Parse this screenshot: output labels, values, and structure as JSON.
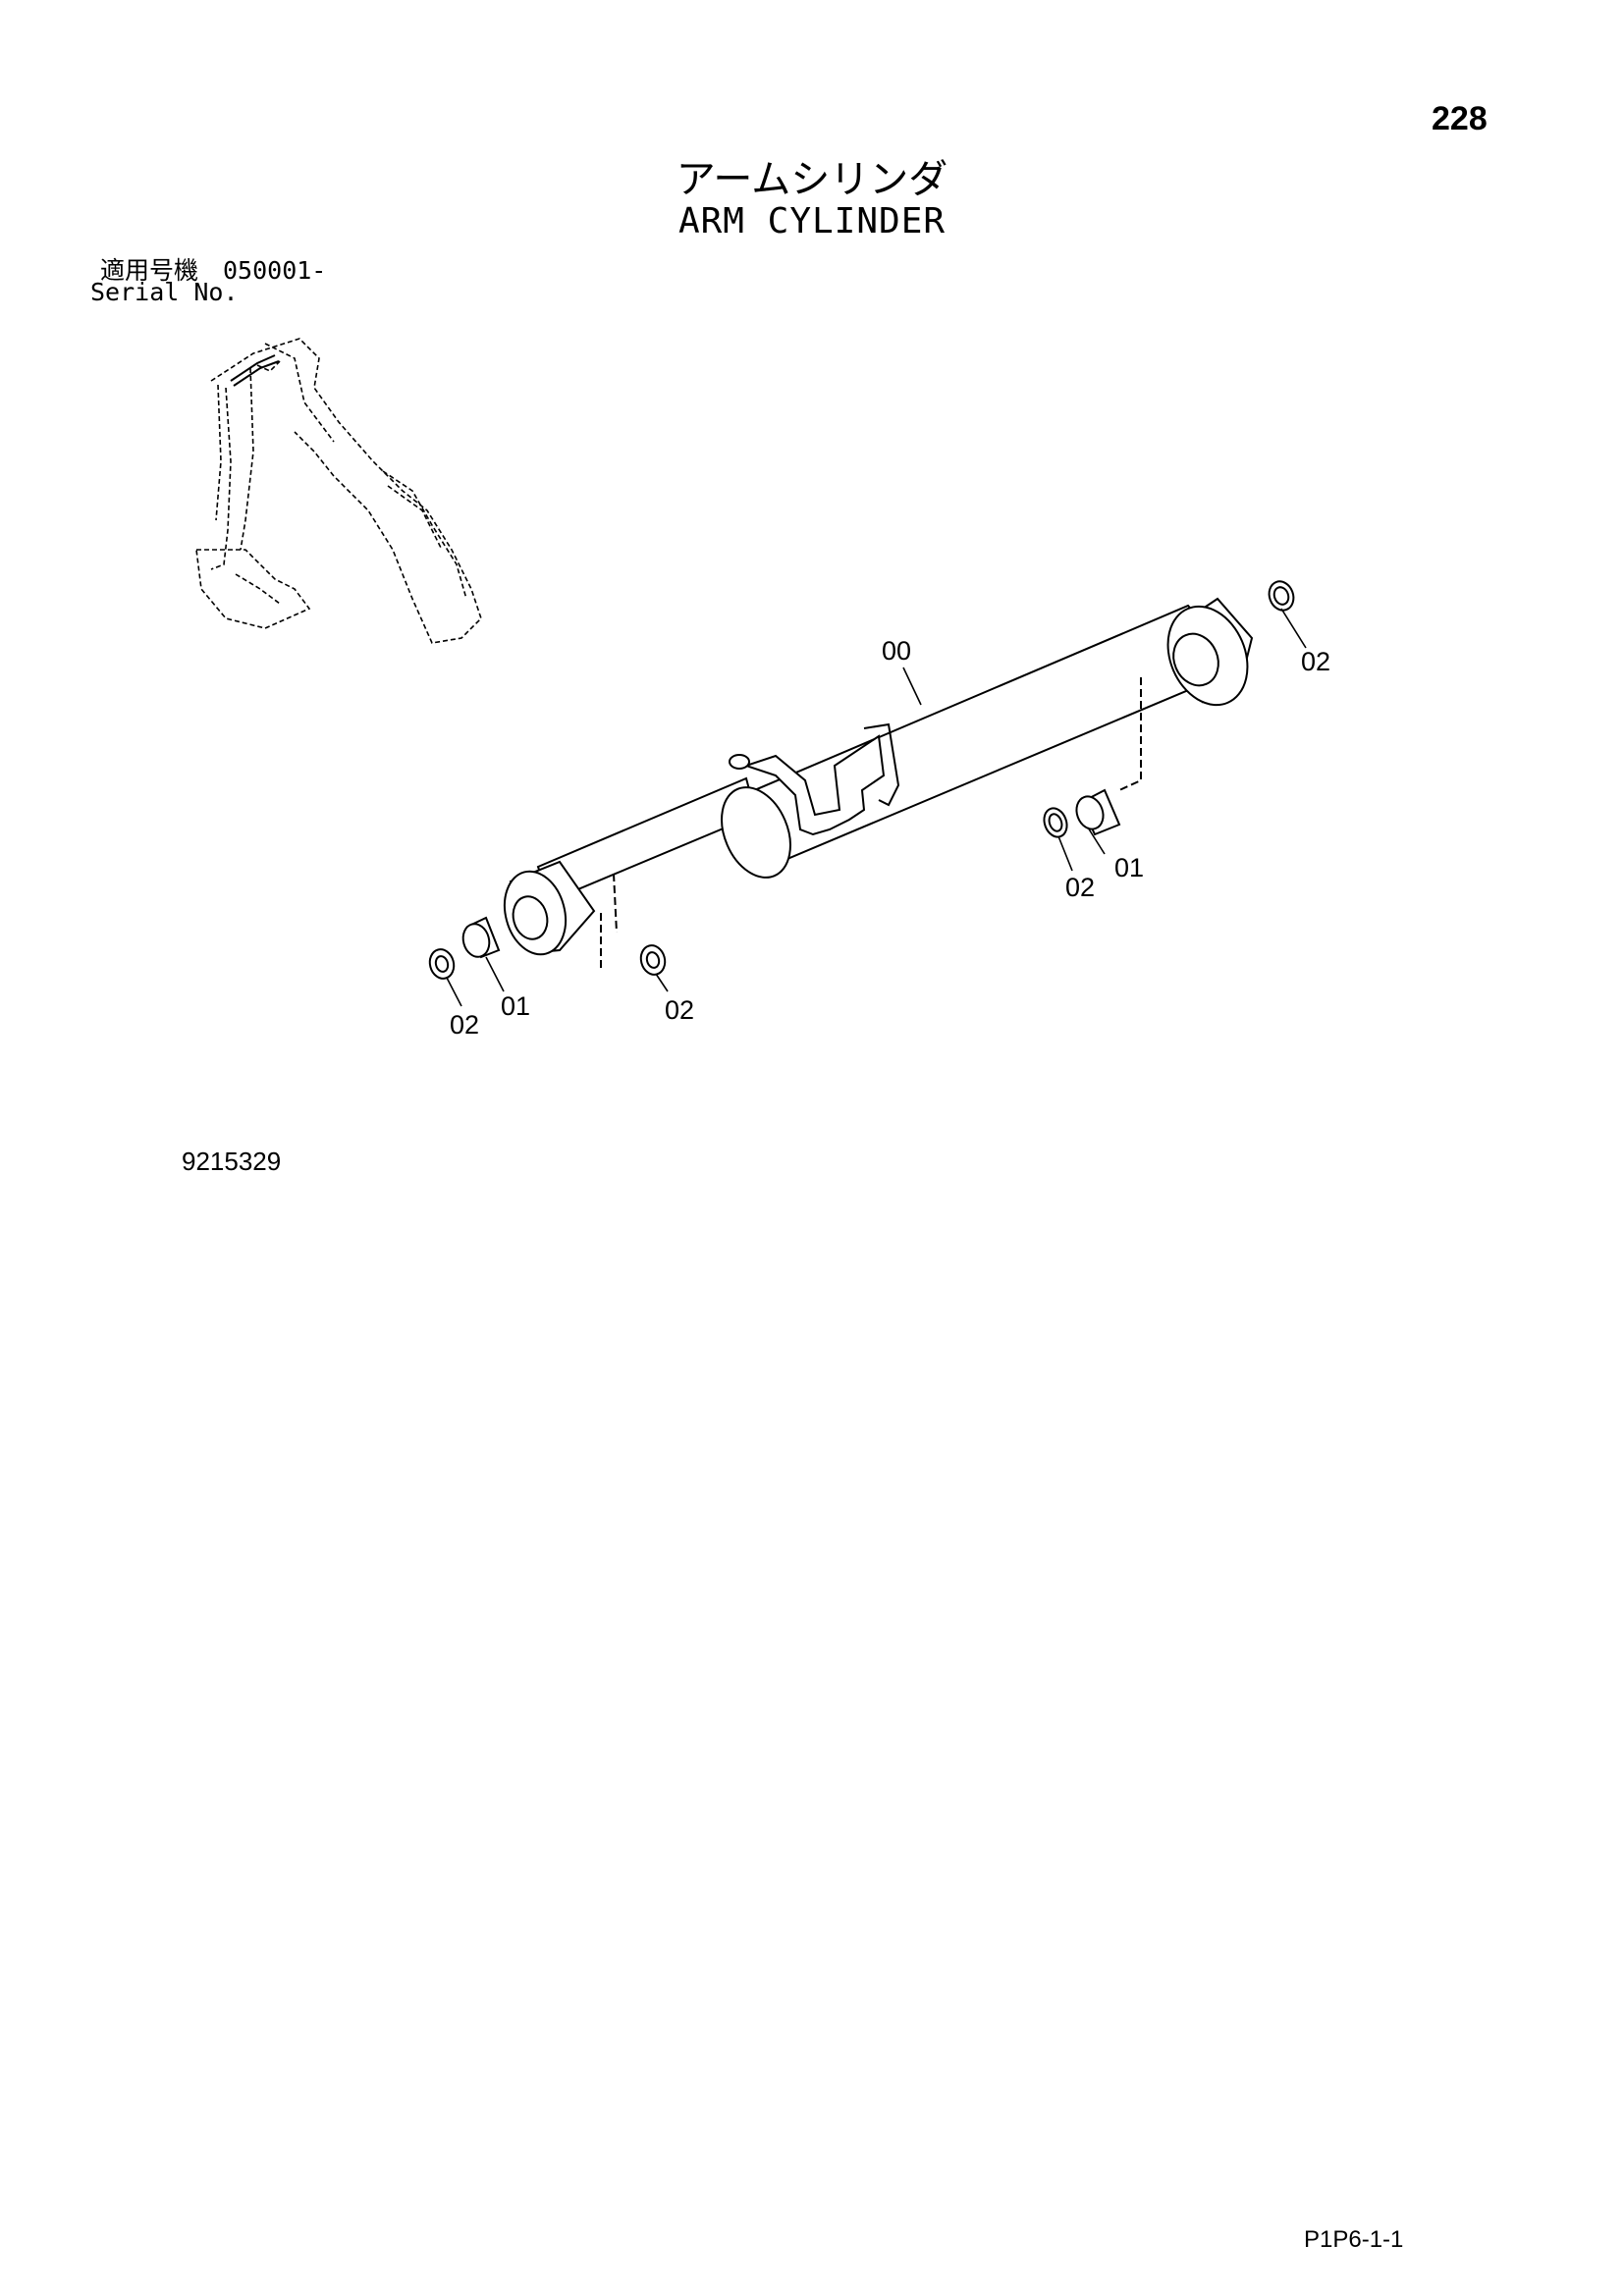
{
  "page": {
    "page_number": "228",
    "title_jp": "アームシリンダ",
    "title_en": "ARM CYLINDER",
    "serial_label_jp": "適用号機　050001-",
    "serial_label_en": "Serial No.",
    "drawing_number": "9215329",
    "page_code": "P1P6-1-1"
  },
  "callouts": {
    "c00": "00",
    "c02_top_right": "02",
    "c01_right": "01",
    "c02_right": "02",
    "c01_left": "01",
    "c02_left": "02",
    "c02_mid": "02"
  }
}
